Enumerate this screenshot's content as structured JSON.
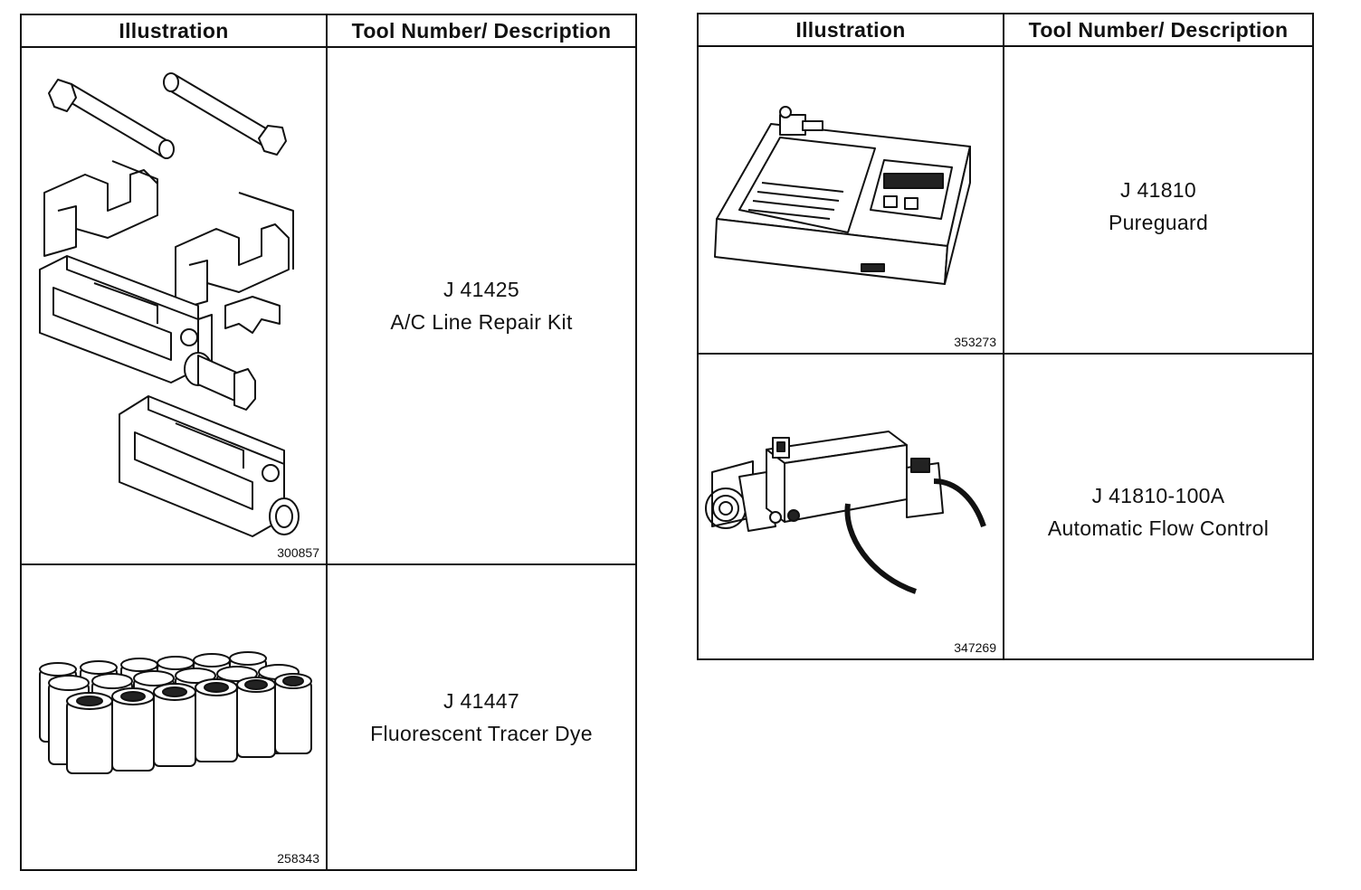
{
  "headers": {
    "illustration": "Illustration",
    "tool": "Tool Number/ Description"
  },
  "left_table": {
    "rows": [
      {
        "figure_number": "300857",
        "tool_number": "J 41425",
        "description": "A/C Line Repair Kit",
        "icon": "ac-line-repair-kit-illustration"
      },
      {
        "figure_number": "258343",
        "tool_number": "J 41447",
        "description": "Fluorescent Tracer Dye",
        "icon": "dye-bottles-illustration"
      }
    ]
  },
  "right_table": {
    "rows": [
      {
        "figure_number": "353273",
        "tool_number": "J 41810",
        "description": "Pureguard",
        "icon": "pureguard-unit-illustration"
      },
      {
        "figure_number": "347269",
        "tool_number": "J 41810-100A",
        "description": "Automatic Flow Control",
        "icon": "flow-control-unit-illustration"
      }
    ]
  }
}
